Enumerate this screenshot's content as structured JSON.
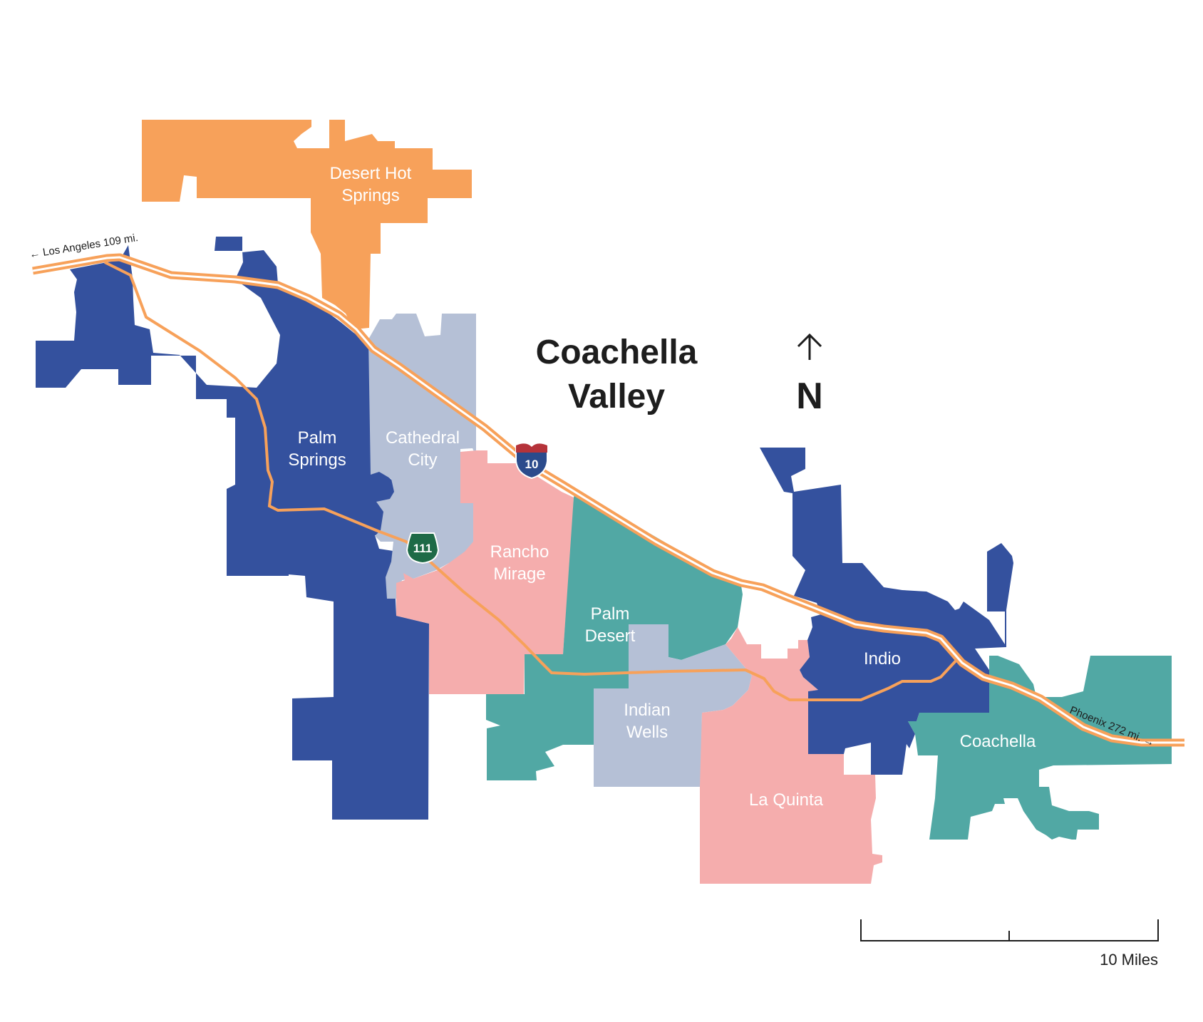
{
  "title": {
    "line1": "Coachella",
    "line2": "Valley"
  },
  "north_arrow": {
    "label": "N"
  },
  "colors": {
    "navy": "#34519e",
    "orange": "#f7a15a",
    "teal": "#51a8a4",
    "pink": "#f5adad",
    "slate": "#b5c0d6",
    "highway": "#f7a15a",
    "interstate_blue": "#2b4b8c",
    "interstate_red": "#b5333a",
    "state_route_green": "#1e6a47"
  },
  "cities": [
    {
      "id": "desert-hot-springs",
      "line1": "Desert Hot",
      "line2": "Springs",
      "color": "orange"
    },
    {
      "id": "palm-springs",
      "line1": "Palm",
      "line2": "Springs",
      "color": "navy"
    },
    {
      "id": "cathedral-city",
      "line1": "Cathedral",
      "line2": "City",
      "color": "slate"
    },
    {
      "id": "rancho-mirage",
      "line1": "Rancho",
      "line2": "Mirage",
      "color": "pink"
    },
    {
      "id": "palm-desert",
      "line1": "Palm",
      "line2": "Desert",
      "color": "teal"
    },
    {
      "id": "indian-wells",
      "line1": "Indian",
      "line2": "Wells",
      "color": "slate"
    },
    {
      "id": "la-quinta",
      "line1": "La Quinta",
      "line2": "",
      "color": "pink"
    },
    {
      "id": "indio",
      "line1": "Indio",
      "line2": "",
      "color": "navy"
    },
    {
      "id": "coachella",
      "line1": "Coachella",
      "line2": "",
      "color": "teal"
    }
  ],
  "routes": {
    "interstate": "10",
    "state_route": "111"
  },
  "destinations": {
    "west": "← Los Angeles 109 mi.",
    "east": "Phoenix 272 mi. →"
  },
  "scale": {
    "label": "10 Miles"
  }
}
